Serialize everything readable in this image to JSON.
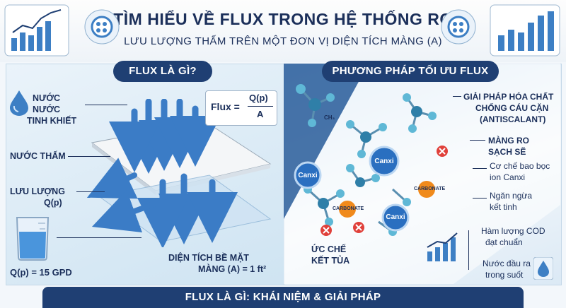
{
  "header": {
    "title": "TÌM HIỂU VỀ FLUX TRONG HỆ THỐNG RO",
    "subtitle": "LƯU LƯỢNG THẤM TRÊN MỘT ĐƠN VỊ DIỆN TÍCH MÀNG (A)"
  },
  "left_panel": {
    "heading": "FLUX LÀ GÌ?",
    "labels": {
      "pure_water_1": "NƯỚC",
      "pure_water_2": "NƯỚC",
      "pure_water_3": "TINH KHIẾT",
      "permeate": "NƯỚC THẤM",
      "flow_1": "LƯU LƯỢNG",
      "flow_2": "Q(p)",
      "flow_value": "Q(p) = 15 GPD",
      "area_1": "DIỆN TÍCH BỀ MẶT",
      "area_2": "MÀNG (A) = 1 ft²"
    },
    "formula": {
      "lhs": "Flux =",
      "numerator": "Q(p)",
      "denominator": "A"
    }
  },
  "right_panel": {
    "heading": "PHƯƠNG PHÁP TỐI ƯU FLUX",
    "molecules": {
      "ch3": "CH₃",
      "canxi": "Canxi",
      "carbonate": "CARBONATE"
    },
    "inhibit_1": "ỨC CHẾ",
    "inhibit_2": "KẾT TỦA",
    "notes": {
      "antiscalant_1": "GIẢI PHÁP HÓA CHẤT",
      "antiscalant_2": "CHỐNG CÁU CẶN",
      "antiscalant_3": "(ANTISCALANT)",
      "clean_1": "MÀNG RO",
      "clean_2": "SẠCH SẼ",
      "mech_1": "Cơ chế bao bọc",
      "mech_2": "ion Canxi",
      "prevent_1": "Ngăn ngừa",
      "prevent_2": "kết tinh",
      "cod_1": "Hàm lượng COD",
      "cod_2": "đạt chuẩn",
      "clear_1": "Nước đầu ra",
      "clear_2": "trong suốt"
    }
  },
  "footer": {
    "text": "FLUX LÀ GÌ: KHÁI NIỆM & GIẢI PHÁP"
  },
  "colors": {
    "navy": "#1f3f73",
    "water_blue": "#4f8fd0",
    "calcium_blue": "#2a6fc0",
    "carbonate_orange": "#f08a1c",
    "inhibit_red": "#e0403a"
  }
}
